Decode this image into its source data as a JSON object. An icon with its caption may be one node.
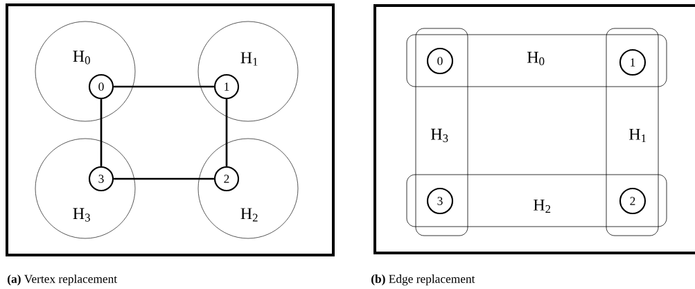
{
  "diagram": {
    "nodes": [
      {
        "text": [],
        "shape": "box"
      },
      {
        "text": [
          "H$_{0}$"
        ],
        "in": 0
      },
      {
        "text": [
          "H$_{1}$"
        ],
        "in": 0
      },
      {
        "text": [
          "H$_{2}$"
        ],
        "in": 0
      },
      {
        "text": [
          "H$_{3}$"
        ],
        "in": 0
      },
      {
        "text": [
          "0"
        ],
        "in": 1
      },
      {
        "text": [
          "1"
        ],
        "in": 2
      },
      {
        "text": [
          "2"
        ],
        "in": 3
      },
      {
        "text": [
          "3"
        ],
        "in": 4
      },
      {
        "text": [],
        "shape": "box"
      },
      {
        "text": [
          "H$_{0}$"
        ],
        "in": 9
      },
      {
        "text": [
          "H$_{1}$"
        ],
        "in": 9
      },
      {
        "text": [
          "H$_{2}$"
        ],
        "in": 9
      },
      {
        "text": [
          "H$_{3}$"
        ],
        "in": 9
      },
      {
        "text": [
          "0"
        ]
      },
      {
        "text": [
          "1"
        ]
      },
      {
        "text": [
          "2"
        ]
      },
      {
        "text": [
          "3"
        ]
      }
    ],
    "edges": [
      {
        "from": 5,
        "to": 6,
        "arrow": "none"
      },
      {
        "from": 6,
        "to": 7,
        "arrow": "none"
      },
      {
        "from": 7,
        "to": 8,
        "arrow": "none"
      },
      {
        "from": 8,
        "to": 5,
        "arrow": "none"
      }
    ],
    "labels": [
      "**(a)** Vertex replacement",
      "**(b)** Edge replacement"
    ]
  }
}
